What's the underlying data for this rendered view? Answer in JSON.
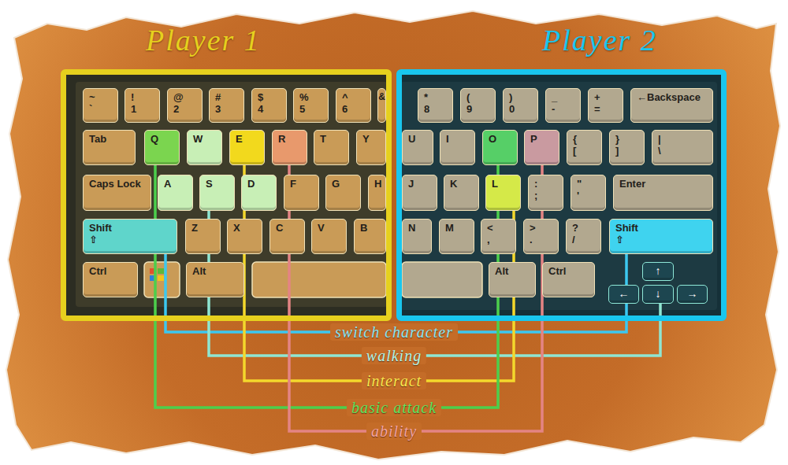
{
  "diagram": {
    "nodes": [
      {
        "text": [
          "Player 1"
        ]
      },
      {
        "text": [
          "~",
          "`"
        ],
        "in": 0
      },
      {
        "text": [
          "!",
          "1"
        ],
        "in": 0
      },
      {
        "text": [
          "@",
          "2"
        ],
        "in": 0
      },
      {
        "text": [
          "#",
          "3"
        ],
        "in": 0
      },
      {
        "text": [
          "$",
          "4"
        ],
        "in": 0
      },
      {
        "text": [
          "%",
          "5"
        ],
        "in": 0
      },
      {
        "text": [
          "^",
          "6"
        ],
        "in": 0
      },
      {
        "text": [
          "&"
        ],
        "in": 0
      },
      {
        "text": [
          "Tab"
        ],
        "in": 0
      },
      {
        "text": [
          "Q"
        ],
        "in": 0
      },
      {
        "text": [
          "W"
        ],
        "in": 0
      },
      {
        "text": [
          "E"
        ],
        "in": 0
      },
      {
        "text": [
          "R"
        ],
        "in": 0
      },
      {
        "text": [
          "T"
        ],
        "in": 0
      },
      {
        "text": [
          "Y"
        ],
        "in": 0
      },
      {
        "text": [
          "Caps Lock"
        ],
        "in": 0
      },
      {
        "text": [
          "A"
        ],
        "in": 0
      },
      {
        "text": [
          "S"
        ],
        "in": 0
      },
      {
        "text": [
          "D"
        ],
        "in": 0
      },
      {
        "text": [
          "F"
        ],
        "in": 0
      },
      {
        "text": [
          "G"
        ],
        "in": 0
      },
      {
        "text": [
          "H"
        ],
        "in": 0
      },
      {
        "text": [
          "Shift",
          "⇧"
        ],
        "in": 0
      },
      {
        "text": [
          "Z"
        ],
        "in": 0
      },
      {
        "text": [
          "X"
        ],
        "in": 0
      },
      {
        "text": [
          "C"
        ],
        "in": 0
      },
      {
        "text": [
          "V"
        ],
        "in": 0
      },
      {
        "text": [
          "B"
        ],
        "in": 0
      },
      {
        "text": [
          "Ctrl"
        ],
        "in": 0
      },
      {
        "text": [
          "Alt"
        ],
        "in": 0
      },
      {
        "text": [
          "Player 2"
        ]
      },
      {
        "text": [
          "*",
          "8"
        ],
        "in": 31
      },
      {
        "text": [
          "(",
          "9"
        ],
        "in": 31
      },
      {
        "text": [
          ")",
          "0"
        ],
        "in": 31
      },
      {
        "text": [
          "_",
          "-"
        ],
        "in": 31
      },
      {
        "text": [
          "+",
          "="
        ],
        "in": 31
      },
      {
        "text": [
          "←Backspace"
        ],
        "in": 31
      },
      {
        "text": [
          "U"
        ],
        "in": 31
      },
      {
        "text": [
          "I"
        ],
        "in": 31
      },
      {
        "text": [
          "O"
        ],
        "in": 31
      },
      {
        "text": [
          "P"
        ],
        "in": 31
      },
      {
        "text": [
          "{",
          "["
        ],
        "in": 31
      },
      {
        "text": [
          "}",
          "]"
        ],
        "in": 31
      },
      {
        "text": [
          "|",
          "\\"
        ],
        "in": 31
      },
      {
        "text": [
          "J"
        ],
        "in": 31
      },
      {
        "text": [
          "K"
        ],
        "in": 31
      },
      {
        "text": [
          "L"
        ],
        "in": 31
      },
      {
        "text": [
          ":",
          ";"
        ],
        "in": 31
      },
      {
        "text": [
          "\"",
          "'"
        ],
        "in": 31
      },
      {
        "text": [
          "Enter"
        ],
        "in": 31
      },
      {
        "text": [
          "N"
        ],
        "in": 31
      },
      {
        "text": [
          "M"
        ],
        "in": 31
      },
      {
        "text": [
          "<",
          ","
        ],
        "in": 31
      },
      {
        "text": [
          ">",
          "."
        ],
        "in": 31
      },
      {
        "text": [
          "?",
          "/"
        ],
        "in": 31
      },
      {
        "text": [
          "Shift",
          "⇧"
        ],
        "in": 31
      },
      {
        "text": [
          "Alt"
        ],
        "in": 31
      },
      {
        "text": [
          "Ctrl"
        ],
        "in": 31
      },
      {
        "text": [
          "↑"
        ],
        "in": 31
      },
      {
        "text": [
          "←"
        ],
        "in": 31
      },
      {
        "text": [
          "↓"
        ],
        "in": 31
      },
      {
        "text": [
          "→"
        ],
        "in": 31
      }
    ],
    "edges": [
      {
        "from": 23,
        "to": 56,
        "label": "switch character",
        "arrow": "none"
      },
      {
        "from": 18,
        "to": 61,
        "label": "walking",
        "arrow": "none"
      },
      {
        "from": 12,
        "to": 47,
        "label": "interact",
        "arrow": "none"
      },
      {
        "from": 10,
        "to": 40,
        "label": "basic attack",
        "arrow": "none"
      },
      {
        "from": 13,
        "to": 41,
        "label": "ability",
        "arrow": "none"
      }
    ]
  }
}
